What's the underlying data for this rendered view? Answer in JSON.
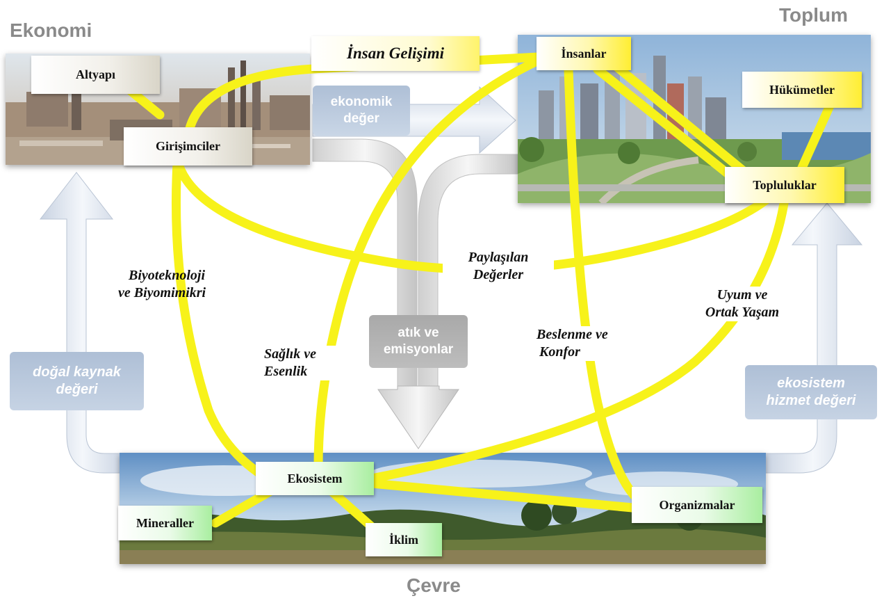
{
  "regions": {
    "economy": "Ekonomi",
    "society": "Toplum",
    "environment": "Çevre"
  },
  "nodes": {
    "altyapi": "Altyapı",
    "girisimciler": "Girişimciler",
    "insanlar": "İnsanlar",
    "hukumetler": "Hükümetler",
    "topluluklar": "Topluluklar",
    "ekosistem": "Ekosistem",
    "mineraller": "Mineraller",
    "iklim": "İklim",
    "organizmalar": "Organizmalar"
  },
  "link_labels": {
    "insan_gelisimi": "İnsan Gelişimi",
    "paylasilan": [
      "Paylaşılan",
      "Değerler"
    ],
    "biyoteknoloji": [
      "Biyoteknoloji",
      "ve Biyomimikri"
    ],
    "saglik": [
      "Sağlık ve",
      "Esenlik"
    ],
    "beslenme": [
      "Beslenme ve",
      "Konfor"
    ],
    "uyum": [
      "Uyum ve",
      "Ortak Yaşam"
    ]
  },
  "flow_labels": {
    "ekonomik": [
      "ekonomik",
      "değer"
    ],
    "atik": [
      "atık ve",
      "emisyonlar"
    ],
    "dogal": [
      "doğal kaynak",
      "değeri"
    ],
    "ekosistem_hizmet": [
      "ekosistem",
      "hizmet değeri"
    ]
  },
  "colors": {
    "link": "#f7f21a",
    "region_title": "#8a8a8a",
    "flow_arrow": "#dfe6f0"
  }
}
